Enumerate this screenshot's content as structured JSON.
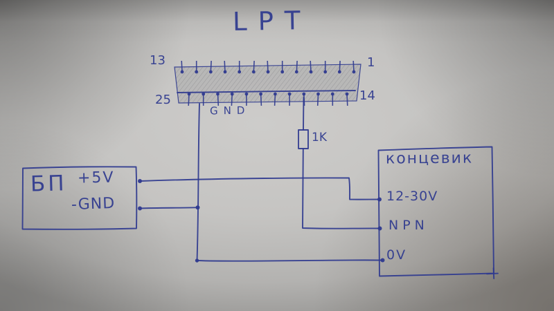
{
  "title": "LPT",
  "connector": {
    "pin_labels": {
      "top_left": "13",
      "top_right": "1",
      "bottom_left": "25",
      "bottom_right": "14"
    },
    "gnd_label": "GND",
    "top_pin_count": 13,
    "bottom_pin_count": 12
  },
  "resistor": {
    "label": "1K"
  },
  "psu": {
    "label": "БП",
    "terminals": [
      "+5V",
      "-GND"
    ]
  },
  "sensor": {
    "label": "концевик",
    "terminals": [
      "12-30V",
      "NPN",
      "0V"
    ]
  },
  "colors": {
    "ink": "#2f3a8f",
    "paper": "#c2c1bf",
    "pencil": "#8f8e8c"
  }
}
